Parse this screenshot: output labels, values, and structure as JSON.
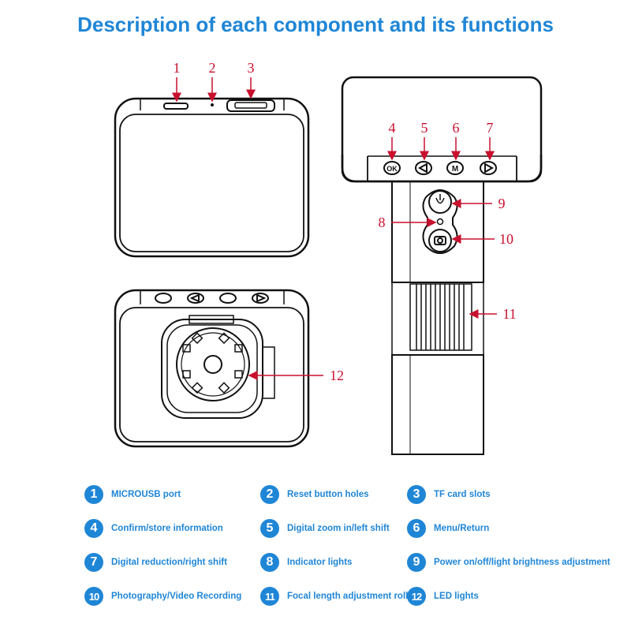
{
  "title": "Description of each component and its functions",
  "colors": {
    "accent": "#1f86d6",
    "callout": "#c8102e"
  },
  "callouts": [
    "1",
    "2",
    "3",
    "4",
    "5",
    "6",
    "7",
    "8",
    "9",
    "10",
    "11",
    "12"
  ],
  "buttons": {
    "ok": "OK",
    "menu": "M"
  },
  "legend": [
    {
      "num": "1",
      "label": "MICROUSB port"
    },
    {
      "num": "2",
      "label": "Reset button holes"
    },
    {
      "num": "3",
      "label": "TF card slots"
    },
    {
      "num": "4",
      "label": "Confirm/store information"
    },
    {
      "num": "5",
      "label": "Digital zoom in/left shift"
    },
    {
      "num": "6",
      "label": "Menu/Return"
    },
    {
      "num": "7",
      "label": "Digital reduction/right shift"
    },
    {
      "num": "8",
      "label": "Indicator lights"
    },
    {
      "num": "9",
      "label": "Power on/off/light brightness adjustment"
    },
    {
      "num": "10",
      "label": "Photography/Video Recording"
    },
    {
      "num": "11",
      "label": "Focal length adjustment roller"
    },
    {
      "num": "12",
      "label": "LED lights"
    }
  ]
}
